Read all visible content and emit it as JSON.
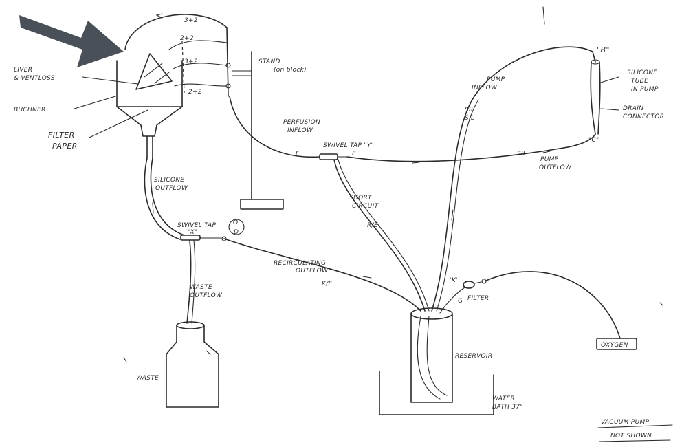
{
  "labels": {
    "liver": "LIVER",
    "liver2": "& VENTLOSS",
    "buchner": "BUCHNER",
    "filter": "FILTER",
    "paper": "PAPER",
    "stand": "STAND",
    "stand_sub": "(on block)",
    "silicone_outflow": "SILICONE",
    "silicone_outflow2": "OUTFLOW",
    "swivel_tap_x": "SWIVEL TAP",
    "tap_x": "\"X\"",
    "waste_outflow": "WASTE",
    "waste_outflow2": "OUTFLOW",
    "waste": "WASTE",
    "recirculating_outflow": "RECIRCULATING",
    "recirculating_outflow2": "OUTFLOW",
    "swivel_tap_y": "SWIVEL TAP \"Y\"",
    "short_circuit": "SHORT",
    "short_circuit2": "CIRCUIT",
    "perfusion_inflow": "PERFUSION",
    "perfusion_inflow2": "INFLOW",
    "pump_inflow": "PUMP",
    "pump_inflow2": "INFLOW",
    "pump_outflow": "PUMP",
    "pump_outflow2": "OUTFLOW",
    "silicone_tube": "SILICONE",
    "silicone_tube2": "TUBE",
    "silicone_tube3": "IN PUMP",
    "drain_connector": "DRAIN",
    "drain_connector2": "CONNECTOR",
    "label_b": "\"B\"",
    "label_c": "\"C\"",
    "reservoir": "RESERVOIR",
    "water_bath": "WATER",
    "water_bath2": "BATH 37°",
    "filter_label": "FILTER",
    "label_k": "'K'",
    "oxygen": "OXYGEN",
    "vacuum": "VACUUM PUMP",
    "vacuum2": "NOT SHOWN",
    "tap_o": "O",
    "tap_d": "D",
    "mark_1": "3+2",
    "mark_2": "2+2",
    "mark_3": "3+2",
    "mark_4": "2+2",
    "tube_sil1": "SIL",
    "tube_sil2": "SIL",
    "tube_sil3": "SIL",
    "mark_e": "E",
    "mark_f": "F",
    "mark_g": "G",
    "mark_re": "R/E",
    "mark_ke": "K/E"
  },
  "colors": {
    "ink": "#2a2a2a",
    "arrow": "#4a5058",
    "paper": "#ffffff"
  }
}
